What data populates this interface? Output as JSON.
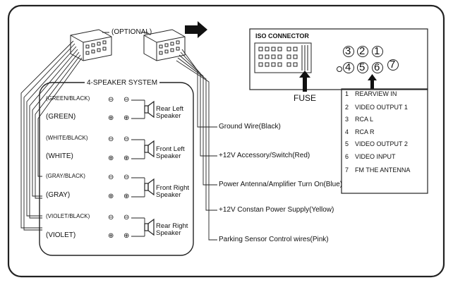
{
  "optional_label": "(OPTIONAL)",
  "system_title": "4-SPEAKER SYSTEM",
  "wires": [
    {
      "label": "(GREEN/BLACK)",
      "sign": "⊖"
    },
    {
      "label": "(GREEN)",
      "sign": "⊕"
    },
    {
      "label": "(WHITE/BLACK)",
      "sign": "⊖"
    },
    {
      "label": "(WHITE)",
      "sign": "⊕"
    },
    {
      "label": "(GRAY/BLACK)",
      "sign": "⊖"
    },
    {
      "label": "(GRAY)",
      "sign": "⊕"
    },
    {
      "label": "(VIOLET/BLACK)",
      "sign": "⊖"
    },
    {
      "label": "(VIOLET)",
      "sign": "⊕"
    }
  ],
  "speakers": [
    {
      "line1": "Rear Left",
      "line2": "Speaker"
    },
    {
      "line1": "Front Left",
      "line2": "Speaker"
    },
    {
      "line1": "Front Right",
      "line2": "Speaker"
    },
    {
      "line1": "Rear Right",
      "line2": "Speaker"
    }
  ],
  "connections": [
    "Ground  Wire(Black)",
    "+12V Accessory/Switch(Red)",
    "Power Antenna/Amplifier Turn On(Blue)",
    "+12V Constan Power Supply(Yellow)",
    "Parking Sensor Control wires(Pink)"
  ],
  "iso_title": "ISO CONNECTOR",
  "fuse_label": "FUSE",
  "pin_numbers": [
    "3",
    "2",
    "1",
    "4",
    "5",
    "6",
    "7"
  ],
  "iso_pins": [
    {
      "n": "1",
      "label": "REARVIEW IN"
    },
    {
      "n": "2",
      "label": "VIDEO OUTPUT  1"
    },
    {
      "n": "3",
      "label": "RCA L"
    },
    {
      "n": "4",
      "label": "RCA R"
    },
    {
      "n": "5",
      "label": "VIDEO OUTPUT  2"
    },
    {
      "n": "6",
      "label": "VIDEO  INPUT"
    },
    {
      "n": "7",
      "label": "FM THE ANTENNA"
    }
  ]
}
